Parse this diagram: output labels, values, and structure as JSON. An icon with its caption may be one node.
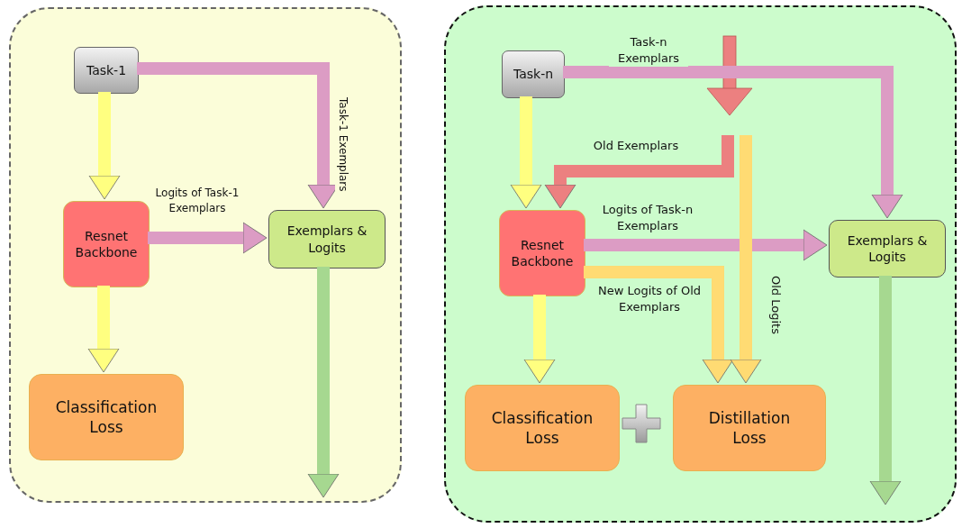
{
  "diagram": {
    "nodes": [
      {
        "text": [],
        "shape": "box"
      },
      {
        "text": [
          "Task-1"
        ],
        "in": 0
      },
      {
        "text": [
          "Resnet Backbone"
        ],
        "in": 0
      },
      {
        "text": [
          "Exemplars & Logits"
        ],
        "in": 0
      },
      {
        "text": [
          "Classification Loss"
        ],
        "in": 0
      },
      {
        "text": [],
        "shape": "box"
      },
      {
        "text": [
          "Task-n"
        ],
        "in": 5
      },
      {
        "text": [
          "Resnet Backbone"
        ],
        "in": 5
      },
      {
        "text": [
          "Exemplars & Logits"
        ],
        "in": 5
      },
      {
        "text": [
          "Classification Loss"
        ],
        "in": 5
      },
      {
        "text": [
          "Distillation Loss"
        ],
        "in": 5
      }
    ],
    "edges": [
      {
        "from": 1,
        "to": 2,
        "arrow": "to",
        "color": "#ffff80"
      },
      {
        "from": 1,
        "to": 3,
        "arrow": "to",
        "label": "Task-1 Exemplars",
        "color": "#dc9cc4"
      },
      {
        "from": 2,
        "to": 3,
        "arrow": "to",
        "label": "Logits of Task-1 Exemplars",
        "color": "#dc9cc4"
      },
      {
        "from": 2,
        "to": 4,
        "arrow": "to",
        "color": "#ffff80"
      },
      {
        "from": 3,
        "to": null,
        "arrow": "to",
        "color": "#a6d890"
      },
      {
        "from": 6,
        "to": 7,
        "arrow": "to",
        "color": "#ffff80"
      },
      {
        "from": 6,
        "to": 8,
        "arrow": "to",
        "label": "Task-n Exemplars",
        "color": "#dc9cc4"
      },
      {
        "from": null,
        "to": 7,
        "arrow": "to",
        "label": "Old Exemplars",
        "color": "#ec8080"
      },
      {
        "from": 7,
        "to": 8,
        "arrow": "to",
        "label": "Logits of Task-n Exemplars",
        "color": "#dc9cc4"
      },
      {
        "from": 7,
        "to": 10,
        "arrow": "to",
        "label": "New Logits of Old Exemplars",
        "color": "#ffdb73"
      },
      {
        "from": null,
        "to": 10,
        "arrow": "to",
        "label": "Old Logits",
        "color": "#ffdb73"
      },
      {
        "from": 7,
        "to": 9,
        "arrow": "to",
        "color": "#ffff80"
      },
      {
        "from": 8,
        "to": null,
        "arrow": "to",
        "color": "#a6d890"
      }
    ]
  }
}
